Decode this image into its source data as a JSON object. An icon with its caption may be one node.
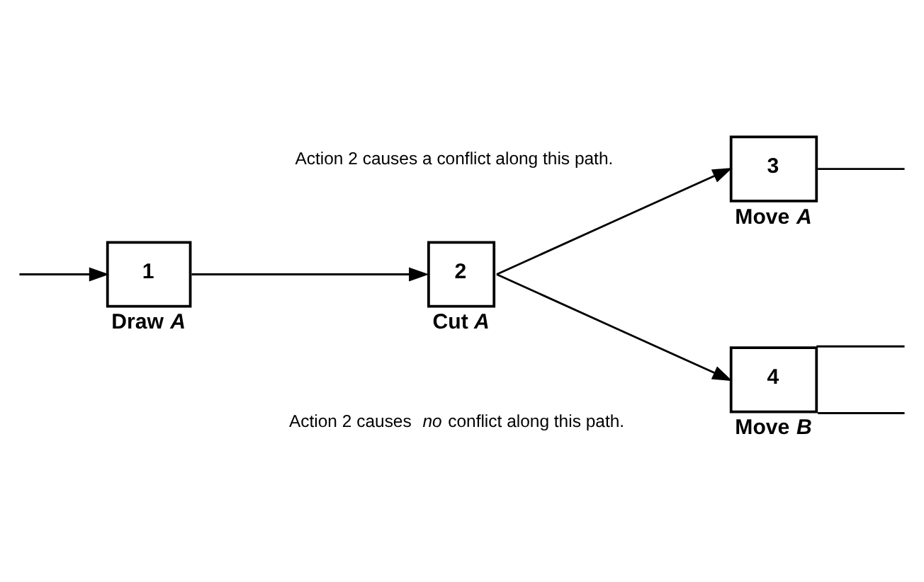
{
  "diagram": {
    "nodes": [
      {
        "text": [
          "1"
        ],
        "beside": [
          "Draw *A*"
        ]
      },
      {
        "text": [
          "2"
        ],
        "beside": [
          "Cut *A*"
        ]
      },
      {
        "text": [
          "3"
        ],
        "beside": [
          "Move *A*"
        ]
      },
      {
        "text": [
          "4"
        ],
        "beside": [
          "Move *B*"
        ]
      }
    ],
    "edges": [
      {
        "from": null,
        "to": 0,
        "arrow": "to"
      },
      {
        "from": 0,
        "to": 1,
        "arrow": "to"
      },
      {
        "from": 1,
        "to": 2,
        "arrow": "to"
      },
      {
        "from": 1,
        "to": 3,
        "arrow": "to"
      },
      {
        "from": 2,
        "to": null,
        "arrow": "none"
      },
      {
        "from": 3,
        "to": null,
        "arrow": "none"
      },
      {
        "from": 3,
        "to": null,
        "arrow": "none"
      }
    ],
    "labels": [
      "Action 2 causes a conflict along this path.",
      "Action 2 causes *no* conflict along this path."
    ]
  }
}
